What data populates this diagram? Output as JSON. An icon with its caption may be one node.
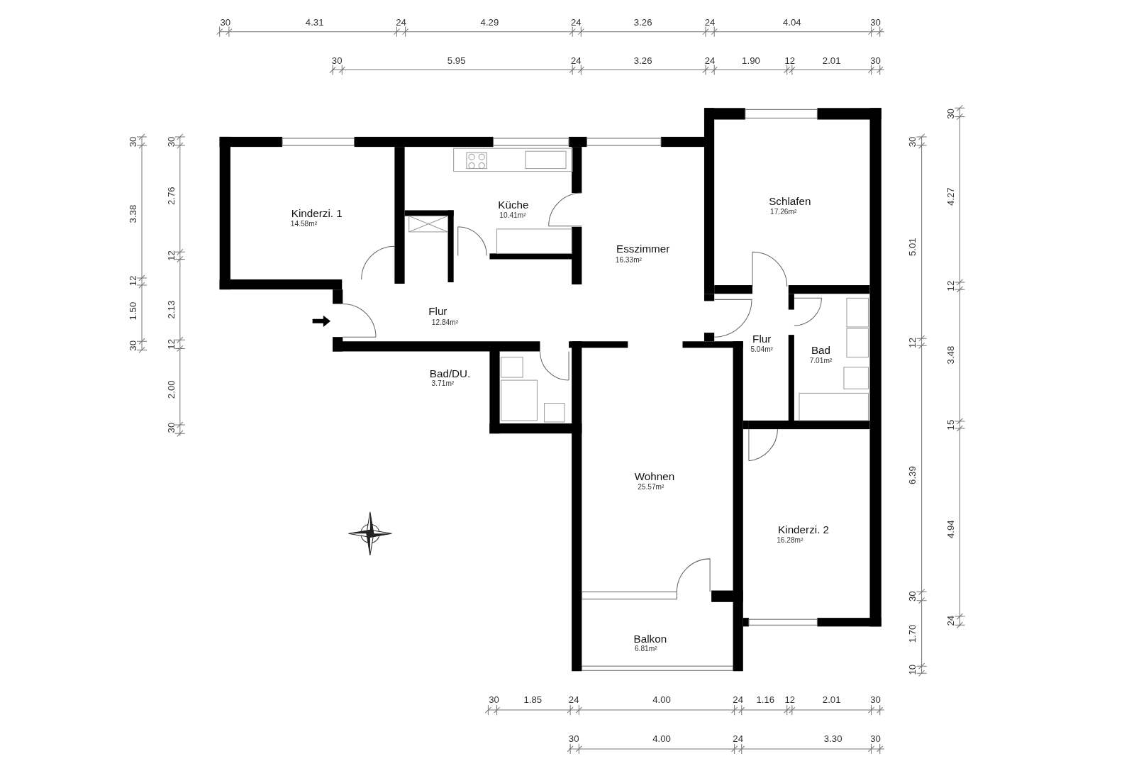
{
  "diagram": {
    "labels": [
      "30",
      "4.31",
      "24",
      "4.29",
      "24",
      "3.26",
      "24",
      "4.04",
      "30",
      "30",
      "5.95",
      "24",
      "3.26",
      "24",
      "1.90",
      "12",
      "2.01",
      "30",
      "30",
      "3.38",
      "12",
      "1.50",
      "30",
      "30",
      "2.76",
      "12",
      "2.13",
      "12",
      "2.00",
      "30",
      "30",
      "5.01",
      "12",
      "6.39",
      "30",
      "1.70",
      "10",
      "30",
      "4.27",
      "12",
      "3.48",
      "15",
      "4.94",
      "24",
      "Kinderzi. 1",
      "14.58m²",
      "Küche",
      "10.41m²",
      "Esszimmer",
      "16.33m²",
      "Schlafen",
      "17.26m²",
      "Flur",
      "12.84m²",
      "Flur",
      "5.04m²",
      "Bad",
      "7.01m²",
      "Bad/DU.",
      "3.71m²",
      "Wohnen",
      "25.57m²",
      "Kinderzi. 2",
      "16.28m²",
      "Balkon",
      "6.81m²",
      "30",
      "1.85",
      "24",
      "4.00",
      "24",
      "1.16",
      "12",
      "2.01",
      "30",
      "30",
      "4.00",
      "24",
      "3.30",
      "30"
    ]
  }
}
